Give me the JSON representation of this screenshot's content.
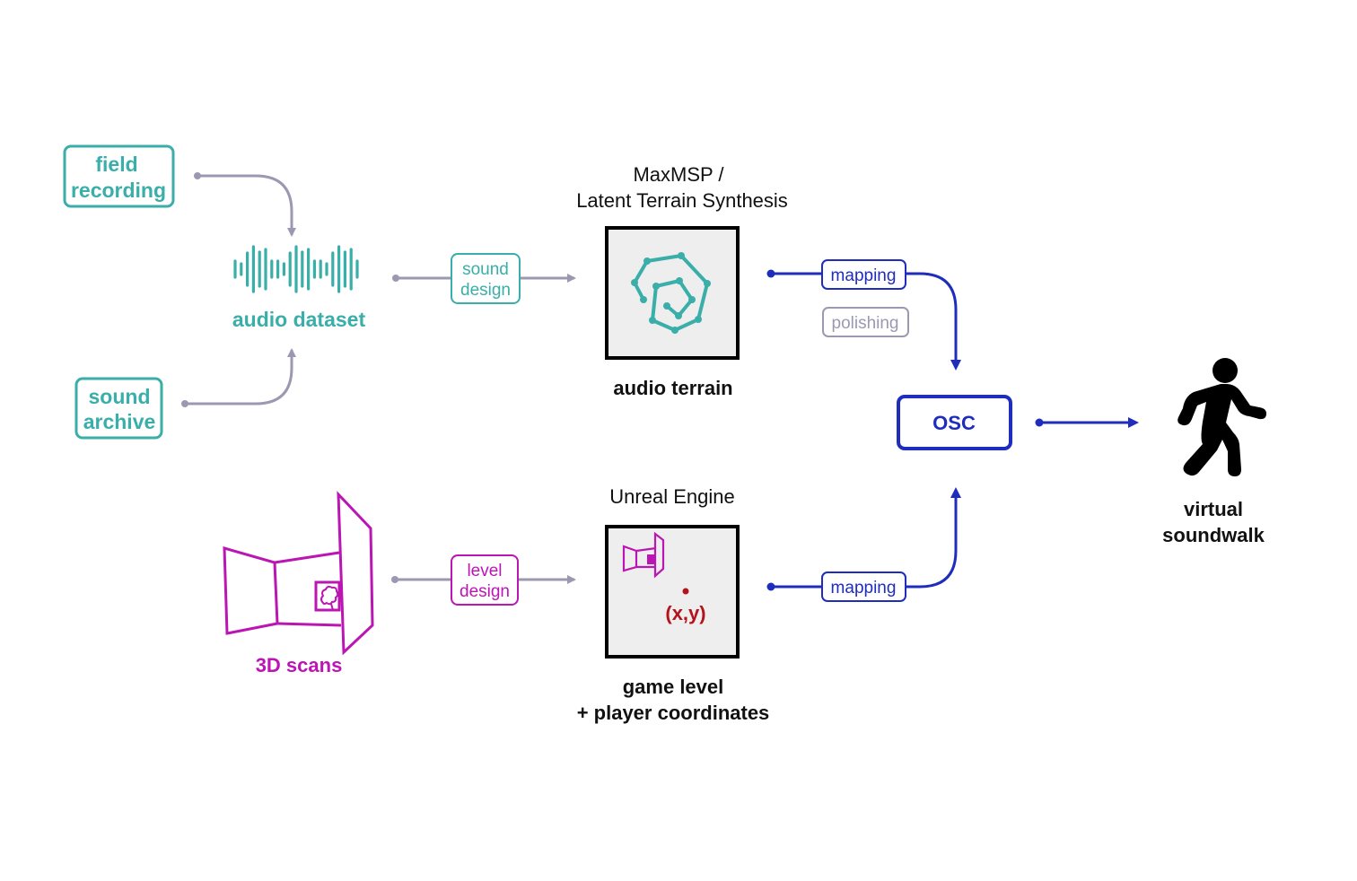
{
  "colors": {
    "teal": "#3aaea9",
    "magenta": "#bb16b4",
    "navy": "#1f2dbd",
    "gray": "#9b99b2",
    "polish_gray": "#9b99b2",
    "red": "#b5131b",
    "black": "#000000",
    "box_fill": "#eeeeee"
  },
  "sources": {
    "field_recording": [
      "field",
      "recording"
    ],
    "sound_archive": [
      "sound",
      "archive"
    ]
  },
  "audio_dataset": {
    "label": "audio dataset",
    "icon": "waveform-icon"
  },
  "scans": {
    "label": "3D scans",
    "icon": "3d-room-scan-icon"
  },
  "edges": {
    "sound_design": [
      "sound",
      "design"
    ],
    "level_design": [
      "level",
      "design"
    ],
    "mapping_top": "mapping",
    "polishing": "polishing",
    "mapping_bottom": "mapping"
  },
  "audio_terrain": {
    "tool": [
      "MaxMSP /",
      "Latent Terrain Synthesis"
    ],
    "label": "audio terrain",
    "icon": "terrain-spiral-icon"
  },
  "game_level": {
    "tool": "Unreal Engine",
    "label": [
      "game level",
      "+ player coordinates"
    ],
    "coords": "(x,y)",
    "icon": "mini-scan-icon"
  },
  "osc": {
    "label": "OSC"
  },
  "output": {
    "label": [
      "virtual",
      "soundwalk"
    ],
    "icon": "walking-person-icon"
  }
}
